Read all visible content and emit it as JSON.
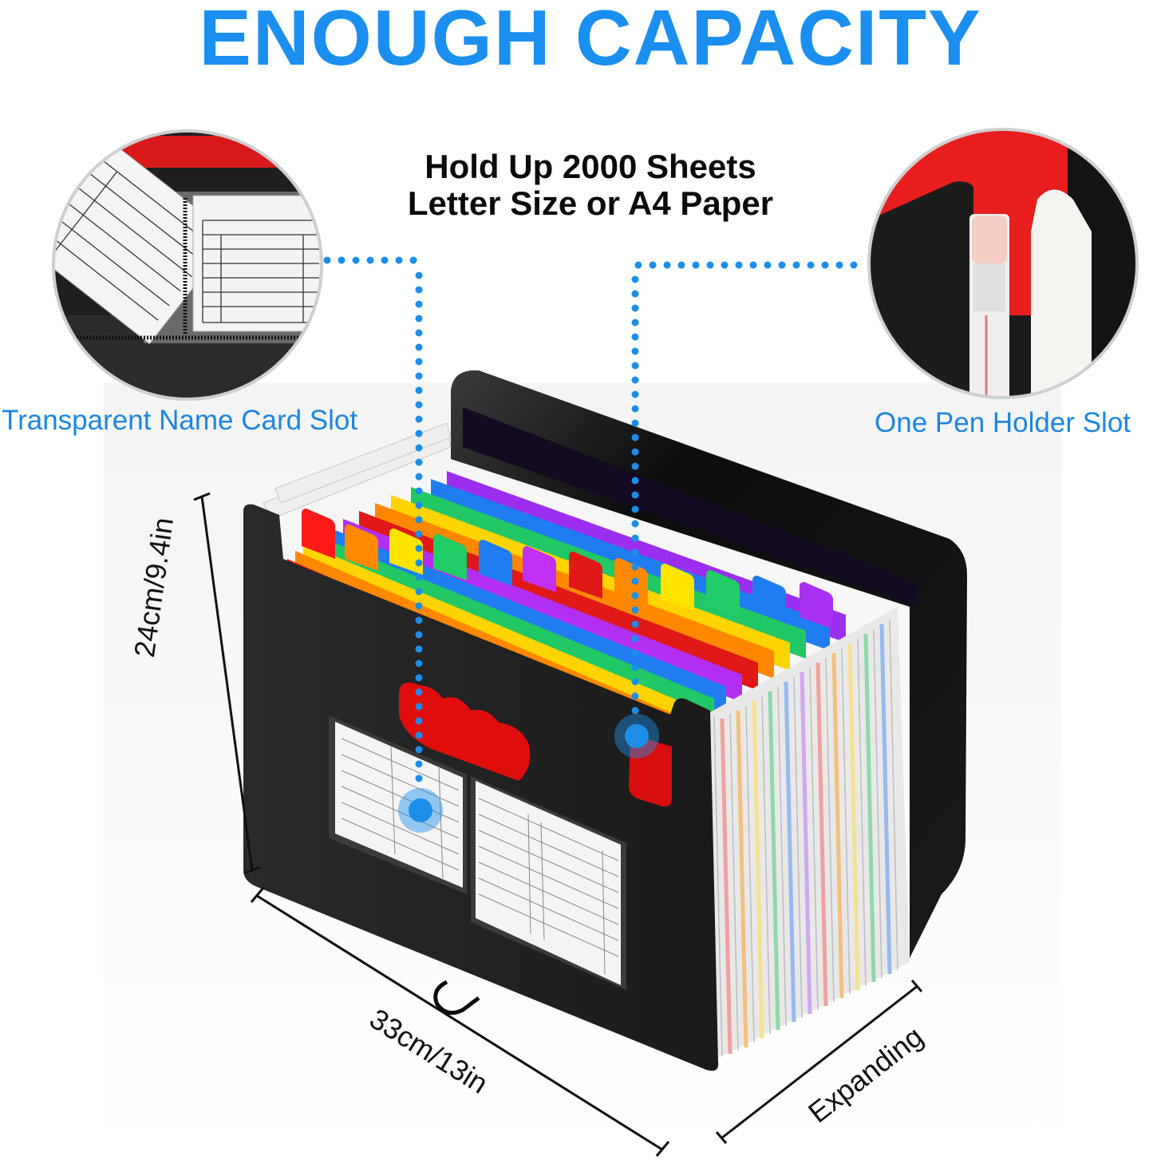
{
  "header": {
    "title": "ENOUGH CAPACITY",
    "subtitle_line1": "Hold Up 2000 Sheets",
    "subtitle_line2": "Letter Size or A4 Paper"
  },
  "callouts": {
    "left": "Transparent Name Card Slot",
    "right": "One Pen Holder Slot"
  },
  "dimensions": {
    "height": "24cm/9.4in",
    "width": "33cm/13in",
    "depth": "Expanding"
  },
  "colors": {
    "title_blue": "#1a8ff0",
    "callout_blue": "#1d86df",
    "dot_blue": "#1c8ee8",
    "folder_black": "#1e1e1e",
    "tab_colors": [
      "#ff1a1a",
      "#ff8a00",
      "#ffe400",
      "#22cc66",
      "#1e7cf0",
      "#b030f0"
    ]
  },
  "product": {
    "tab_count": 12,
    "tab_sequence": [
      "red",
      "orange",
      "yellow",
      "green",
      "blue",
      "purple",
      "red",
      "orange",
      "yellow",
      "green",
      "blue",
      "purple"
    ]
  }
}
